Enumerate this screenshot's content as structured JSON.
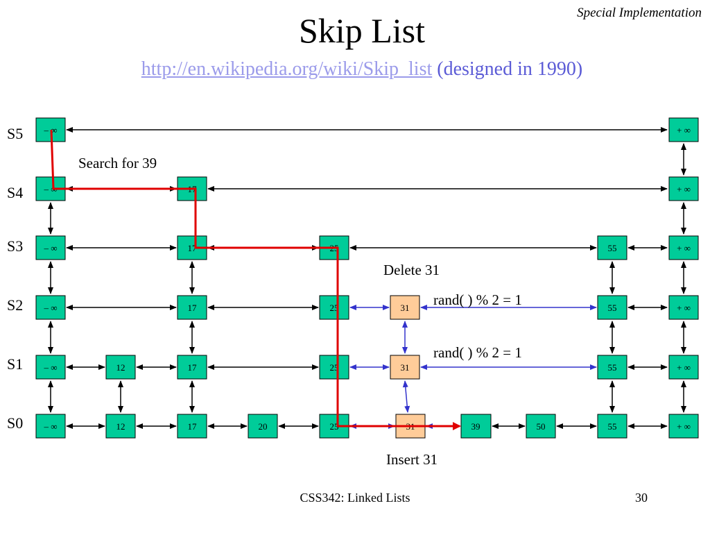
{
  "header": {
    "corner_note": "Special Implementation",
    "title": "Skip List",
    "link": "http://en.wikipedia.org/wiki/Skip_list",
    "designed": "(designed in 1990)"
  },
  "levels": [
    "S5",
    "S4",
    "S3",
    "S2",
    "S1",
    "S0"
  ],
  "nodes": [
    {
      "label": "– ∞",
      "level": "S5",
      "kind": "node"
    },
    {
      "label": "+ ∞",
      "level": "S5",
      "kind": "node"
    },
    {
      "label": "– ∞",
      "level": "S4",
      "kind": "node"
    },
    {
      "label": "17",
      "level": "S4",
      "kind": "node"
    },
    {
      "label": "+ ∞",
      "level": "S4",
      "kind": "node"
    },
    {
      "label": "– ∞",
      "level": "S3",
      "kind": "node"
    },
    {
      "label": "17",
      "level": "S3",
      "kind": "node"
    },
    {
      "label": "25",
      "level": "S3",
      "kind": "node"
    },
    {
      "label": "55",
      "level": "S3",
      "kind": "node"
    },
    {
      "label": "+ ∞",
      "level": "S3",
      "kind": "node"
    },
    {
      "label": "– ∞",
      "level": "S2",
      "kind": "node"
    },
    {
      "label": "17",
      "level": "S2",
      "kind": "node"
    },
    {
      "label": "25",
      "level": "S2",
      "kind": "node"
    },
    {
      "label": "31",
      "level": "S2",
      "kind": "new"
    },
    {
      "label": "55",
      "level": "S2",
      "kind": "node"
    },
    {
      "label": "+ ∞",
      "level": "S2",
      "kind": "node"
    },
    {
      "label": "– ∞",
      "level": "S1",
      "kind": "node"
    },
    {
      "label": "12",
      "level": "S1",
      "kind": "node"
    },
    {
      "label": "17",
      "level": "S1",
      "kind": "node"
    },
    {
      "label": "25",
      "level": "S1",
      "kind": "node"
    },
    {
      "label": "31",
      "level": "S1",
      "kind": "new"
    },
    {
      "label": "55",
      "level": "S1",
      "kind": "node"
    },
    {
      "label": "+ ∞",
      "level": "S1",
      "kind": "node"
    },
    {
      "label": "– ∞",
      "level": "S0",
      "kind": "node"
    },
    {
      "label": "12",
      "level": "S0",
      "kind": "node"
    },
    {
      "label": "17",
      "level": "S0",
      "kind": "node"
    },
    {
      "label": "20",
      "level": "S0",
      "kind": "node"
    },
    {
      "label": "25",
      "level": "S0",
      "kind": "node"
    },
    {
      "label": "31",
      "level": "S0",
      "kind": "new"
    },
    {
      "label": "39",
      "level": "S0",
      "kind": "node"
    },
    {
      "label": "50",
      "level": "S0",
      "kind": "node"
    },
    {
      "label": "55",
      "level": "S0",
      "kind": "node"
    },
    {
      "label": "+ ∞",
      "level": "S0",
      "kind": "node"
    }
  ],
  "annotations": {
    "search": "Search for 39",
    "delete": "Delete 31",
    "rand_s2": "rand( ) % 2 = 1",
    "rand_s1": "rand( ) % 2 = 1",
    "insert": "Insert 31"
  },
  "colors": {
    "node_fill": "#00cc99",
    "new_node_fill": "#ffcc99",
    "search_path": "#e00000",
    "insert_link": "#3333cc",
    "link": "#000000"
  },
  "footer": {
    "course": "CSS342: Linked Lists",
    "page": "30"
  }
}
